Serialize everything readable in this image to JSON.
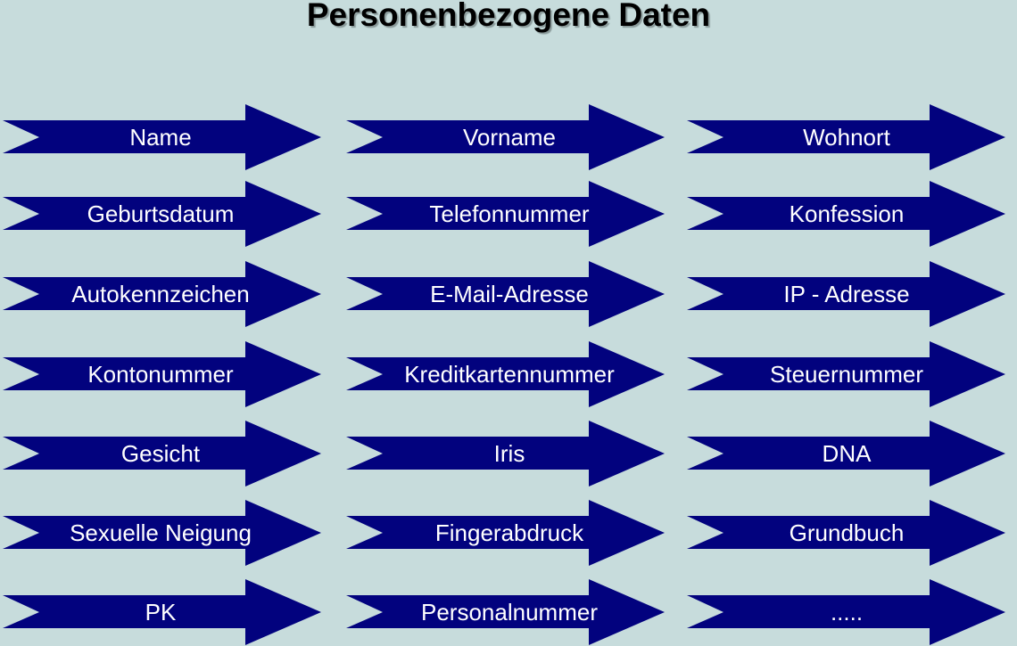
{
  "title": "Personenbezogene Daten",
  "colors": {
    "background": "#c7dcdc",
    "arrow": "#02027e",
    "text": "#ffffff"
  },
  "rows": [
    [
      "Name",
      "Vorname",
      "Wohnort"
    ],
    [
      "Geburtsdatum",
      "Telefonnummer",
      "Konfession"
    ],
    [
      "Autokennzeichen",
      "E-Mail-Adresse",
      "IP - Adresse"
    ],
    [
      "Kontonummer",
      "Kreditkartennummer",
      "Steuernummer"
    ],
    [
      "Gesicht",
      "Iris",
      "DNA"
    ],
    [
      "Sexuelle  Neigung",
      "Fingerabdruck",
      "Grundbuch"
    ],
    [
      "PK",
      "Personalnummer",
      "....."
    ]
  ]
}
